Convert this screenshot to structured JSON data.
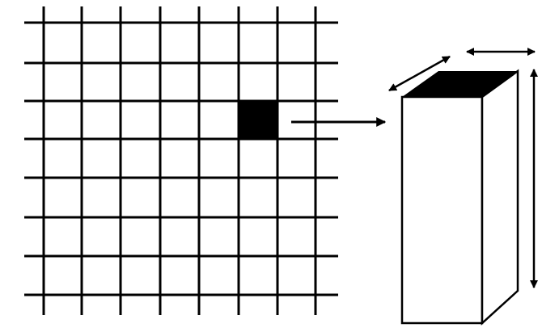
{
  "diagram": {
    "grid": {
      "rows": 7,
      "cols": 7,
      "highlighted_cell": {
        "row": 3,
        "col": 6
      }
    },
    "highlight_color": "#000000",
    "line_color": "#000000",
    "background_color": "#ffffff"
  }
}
